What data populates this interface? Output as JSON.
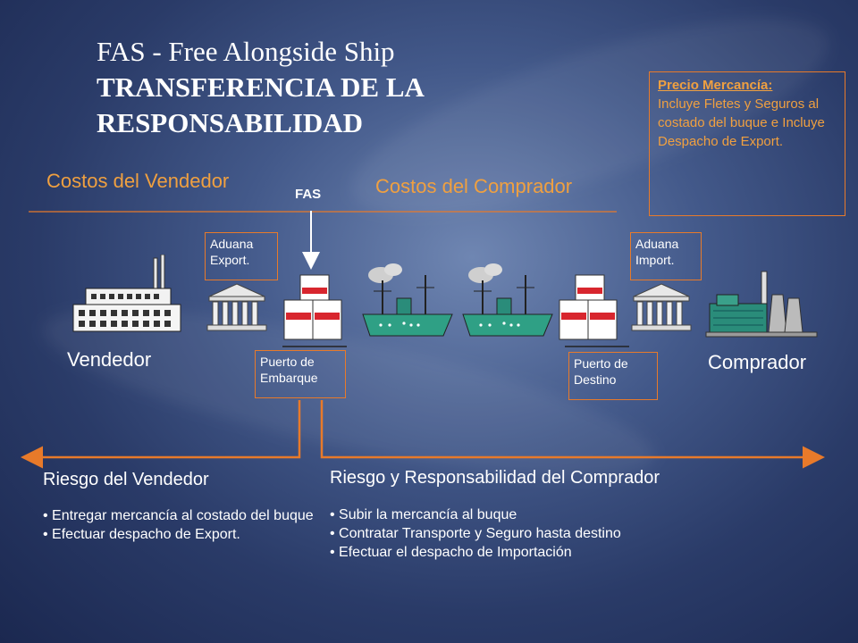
{
  "title": {
    "line1": "FAS - Free Alongside Ship",
    "line2": "TRANSFERENCIA DE LA RESPONSABILIDAD"
  },
  "price_box": {
    "heading": "Precio Mercancía:",
    "body": "Incluye Fletes y Seguros al costado del buque e Incluye Despacho de Export."
  },
  "costs": {
    "seller": "Costos del Vendedor",
    "buyer": "Costos del Comprador",
    "point": "FAS"
  },
  "nodes": {
    "seller": "Vendedor",
    "buyer": "Comprador",
    "customs_export": "Aduana Export.",
    "customs_import": "Aduana Import.",
    "port_origin": "Puerto de Embarque",
    "port_destination": "Puerto de Destino"
  },
  "risk": {
    "seller_title": "Riesgo del Vendedor",
    "seller_items": [
      "Entregar mercancía al costado del buque",
      "Efectuar despacho de Export."
    ],
    "buyer_title": "Riesgo y Responsabilidad del Comprador",
    "buyer_items": [
      "Subir la mercancía al buque",
      "Contratar Transporte y Seguro hasta destino",
      "Efectuar el despacho de Importación"
    ]
  },
  "colors": {
    "accent_orange": "#e87a2a",
    "text_orange": "#f0a040",
    "background": "#2a3b68"
  }
}
